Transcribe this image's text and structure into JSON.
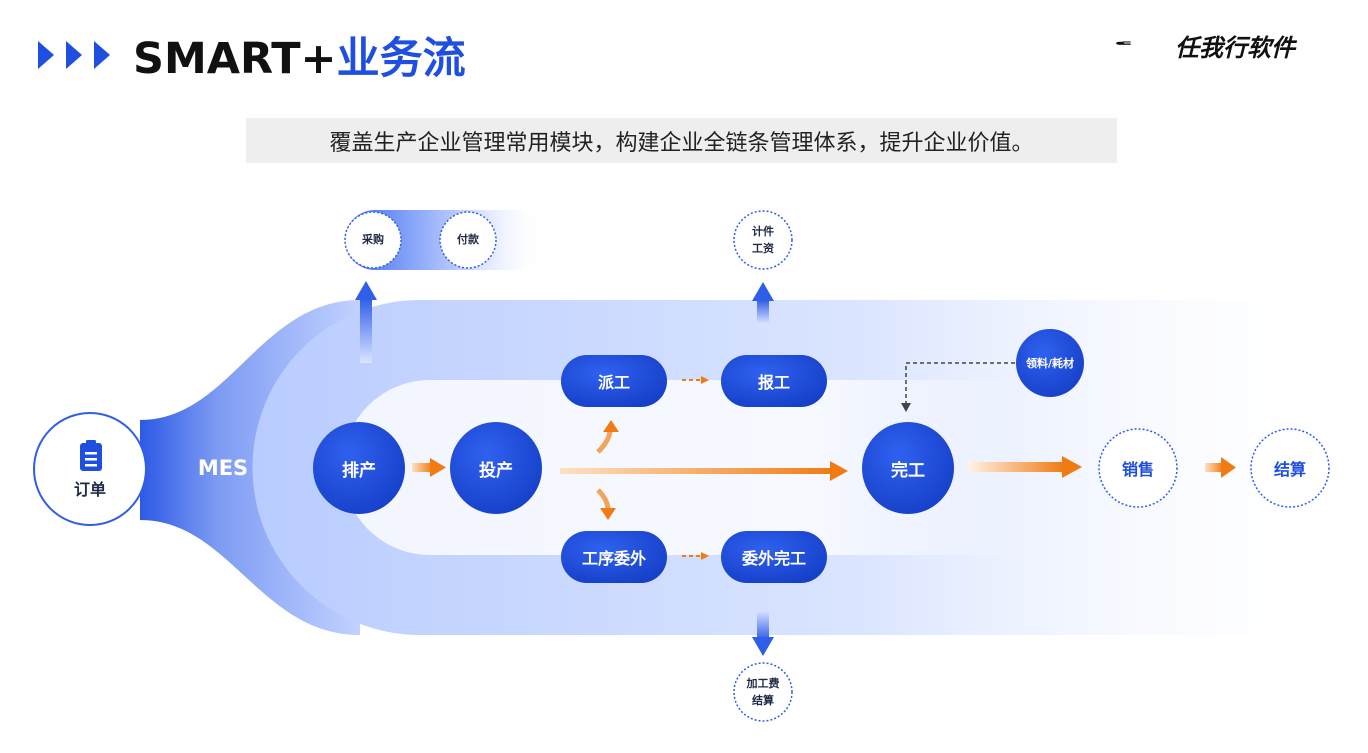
{
  "header": {
    "title_prefix": "SMART+",
    "title_suffix": "业务流",
    "logo_text": "任我行软件"
  },
  "banner": {
    "text": "覆盖生产企业管理常用模块，构建企业全链条管理体系，提升企业价值。"
  },
  "flow": {
    "order": "订单",
    "mes": "MES",
    "schedule": "排产",
    "produce": "投产",
    "dispatch": "派工",
    "report": "报工",
    "outsource": "工序委外",
    "outsource_done": "委外完工",
    "complete": "完工",
    "material": "领料/耗材",
    "purchase": "采购",
    "payment": "付款",
    "piece_wage_l1": "计件",
    "piece_wage_l2": "工资",
    "process_fee_l1": "加工费",
    "process_fee_l2": "结算",
    "sales": "销售",
    "settlement": "结算"
  },
  "colors": {
    "primary": "#1f4fe0",
    "accent_orange": "#f28b1e",
    "light_blue": "#d6e2ff"
  }
}
